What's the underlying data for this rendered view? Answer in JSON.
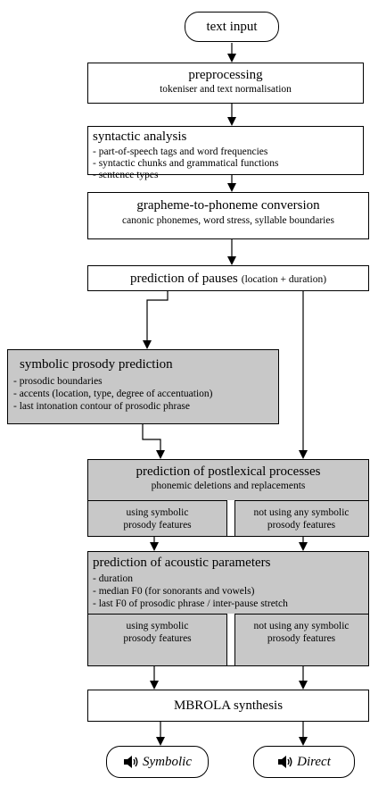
{
  "nodes": {
    "text_input": "text input",
    "preprocessing": {
      "title": "preprocessing",
      "subtitle": "tokeniser and text normalisation"
    },
    "syntactic": {
      "title": "syntactic analysis",
      "items": [
        "- part-of-speech tags and word frequencies",
        "- syntactic chunks  and  grammatical functions",
        "- sentence types"
      ]
    },
    "g2p": {
      "title": "grapheme-to-phoneme conversion",
      "subtitle": "canonic phonemes, word stress, syllable boundaries"
    },
    "pauses": {
      "title": "prediction of pauses",
      "note": "(location + duration)"
    },
    "symbolic": {
      "title": "symbolic prosody prediction",
      "items": [
        "- prosodic boundaries",
        "- accents (location, type, degree of accentuation)",
        "- last intonation contour of prosodic phrase"
      ]
    },
    "postlexical": {
      "title": "prediction of postlexical processes",
      "subtitle": "phonemic deletions and replacements",
      "left": [
        "using symbolic",
        "prosody features"
      ],
      "right": [
        "not using any symbolic",
        "prosody features"
      ]
    },
    "acoustic": {
      "title": "prediction of acoustic parameters",
      "items": [
        "- duration",
        "- median F0  (for sonorants and vowels)",
        "- last F0 of prosodic phrase / inter-pause stretch"
      ],
      "left": [
        "using symbolic",
        "prosody features"
      ],
      "right": [
        "not using any symbolic",
        "prosody features"
      ]
    },
    "mbrola": "MBROLA synthesis",
    "outputs": {
      "symbolic": "Symbolic",
      "direct": "Direct",
      "icon": "speaker-icon"
    }
  },
  "colors": {
    "box_fill": "#ffffff",
    "gray_fill": "#c8c8c8",
    "line": "#000000"
  }
}
